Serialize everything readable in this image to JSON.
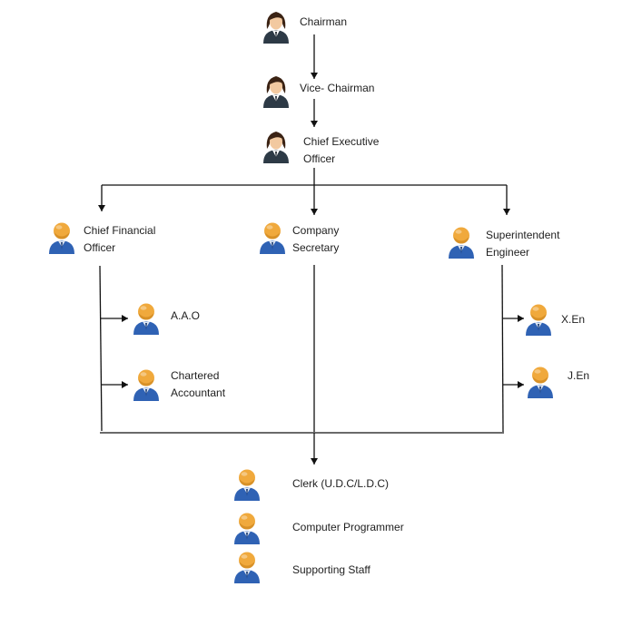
{
  "colors": {
    "line": "#111111",
    "exec_hair": "#3b2314",
    "exec_skin": "#f2c9a0",
    "exec_suit": "#2d3a46",
    "staff_head": "#f0a93c",
    "staff_head_shade": "#c47d16",
    "staff_body": "#2f62b4",
    "staff_collar": "#dfe7f3"
  },
  "people": [
    {
      "id": "chairman",
      "icon": "executive-person-icon",
      "lines": [
        "Chairman"
      ]
    },
    {
      "id": "vice-chairman",
      "icon": "executive-person-icon",
      "lines": [
        "Vice- Chairman"
      ]
    },
    {
      "id": "ceo",
      "icon": "executive-person-icon",
      "lines": [
        "Chief Executive",
        "Officer"
      ]
    },
    {
      "id": "cfo",
      "icon": "staff-person-icon",
      "lines": [
        "Chief Financial",
        "Officer"
      ]
    },
    {
      "id": "company-secretary",
      "icon": "staff-person-icon",
      "lines": [
        "Company",
        "Secretary"
      ]
    },
    {
      "id": "superintendent-engineer",
      "icon": "staff-person-icon",
      "lines": [
        "Superintendent",
        "Engineer"
      ]
    },
    {
      "id": "aao",
      "icon": "staff-person-icon",
      "lines": [
        "A.A.O"
      ]
    },
    {
      "id": "chartered-accountant",
      "icon": "staff-person-icon",
      "lines": [
        "Chartered",
        "Accountant"
      ]
    },
    {
      "id": "xen",
      "icon": "staff-person-icon",
      "lines": [
        "X.En"
      ]
    },
    {
      "id": "jen",
      "icon": "staff-person-icon",
      "lines": [
        "J.En"
      ]
    },
    {
      "id": "clerk",
      "icon": "staff-person-icon",
      "lines": [
        "Clerk (U.D.C/L.D.C)"
      ]
    },
    {
      "id": "computer-programmer",
      "icon": "staff-person-icon",
      "lines": [
        "Computer Programmer"
      ]
    },
    {
      "id": "supporting-staff",
      "icon": "staff-person-icon",
      "lines": [
        "Supporting Staff"
      ]
    }
  ]
}
